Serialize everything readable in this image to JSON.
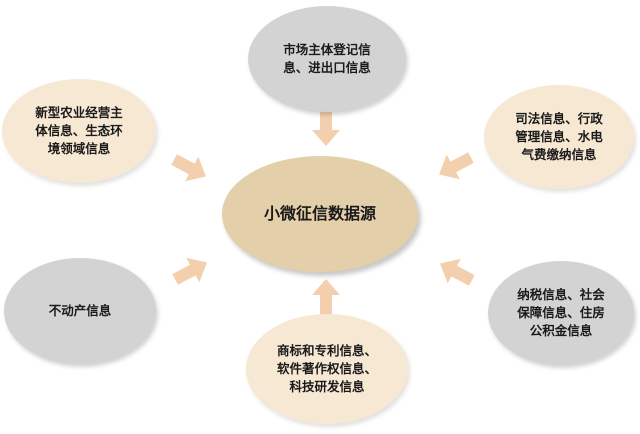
{
  "center": {
    "label": "小微征信数据源"
  },
  "nodes": {
    "top": {
      "label": "市场主体登记信\n息、进出口信息"
    },
    "top_left": {
      "label": "新型农业经营主\n体信息、生态环\n境领域信息"
    },
    "top_right": {
      "label": "司法信息、行政\n管理信息、水电\n气费缴纳信息"
    },
    "bottom_left": {
      "label": "不动产信息"
    },
    "bottom_right": {
      "label": "纳税信息、社会\n保障信息、住房\n公积金信息"
    },
    "bottom": {
      "label": "商标和专利信息、\n软件著作权信息、\n科技研发信息"
    }
  },
  "colors": {
    "gray_node": "#d3d3d3",
    "beige_node": "#f7e8d3",
    "center_node": "#e3cfa9",
    "arrow": "#f3cfae"
  }
}
